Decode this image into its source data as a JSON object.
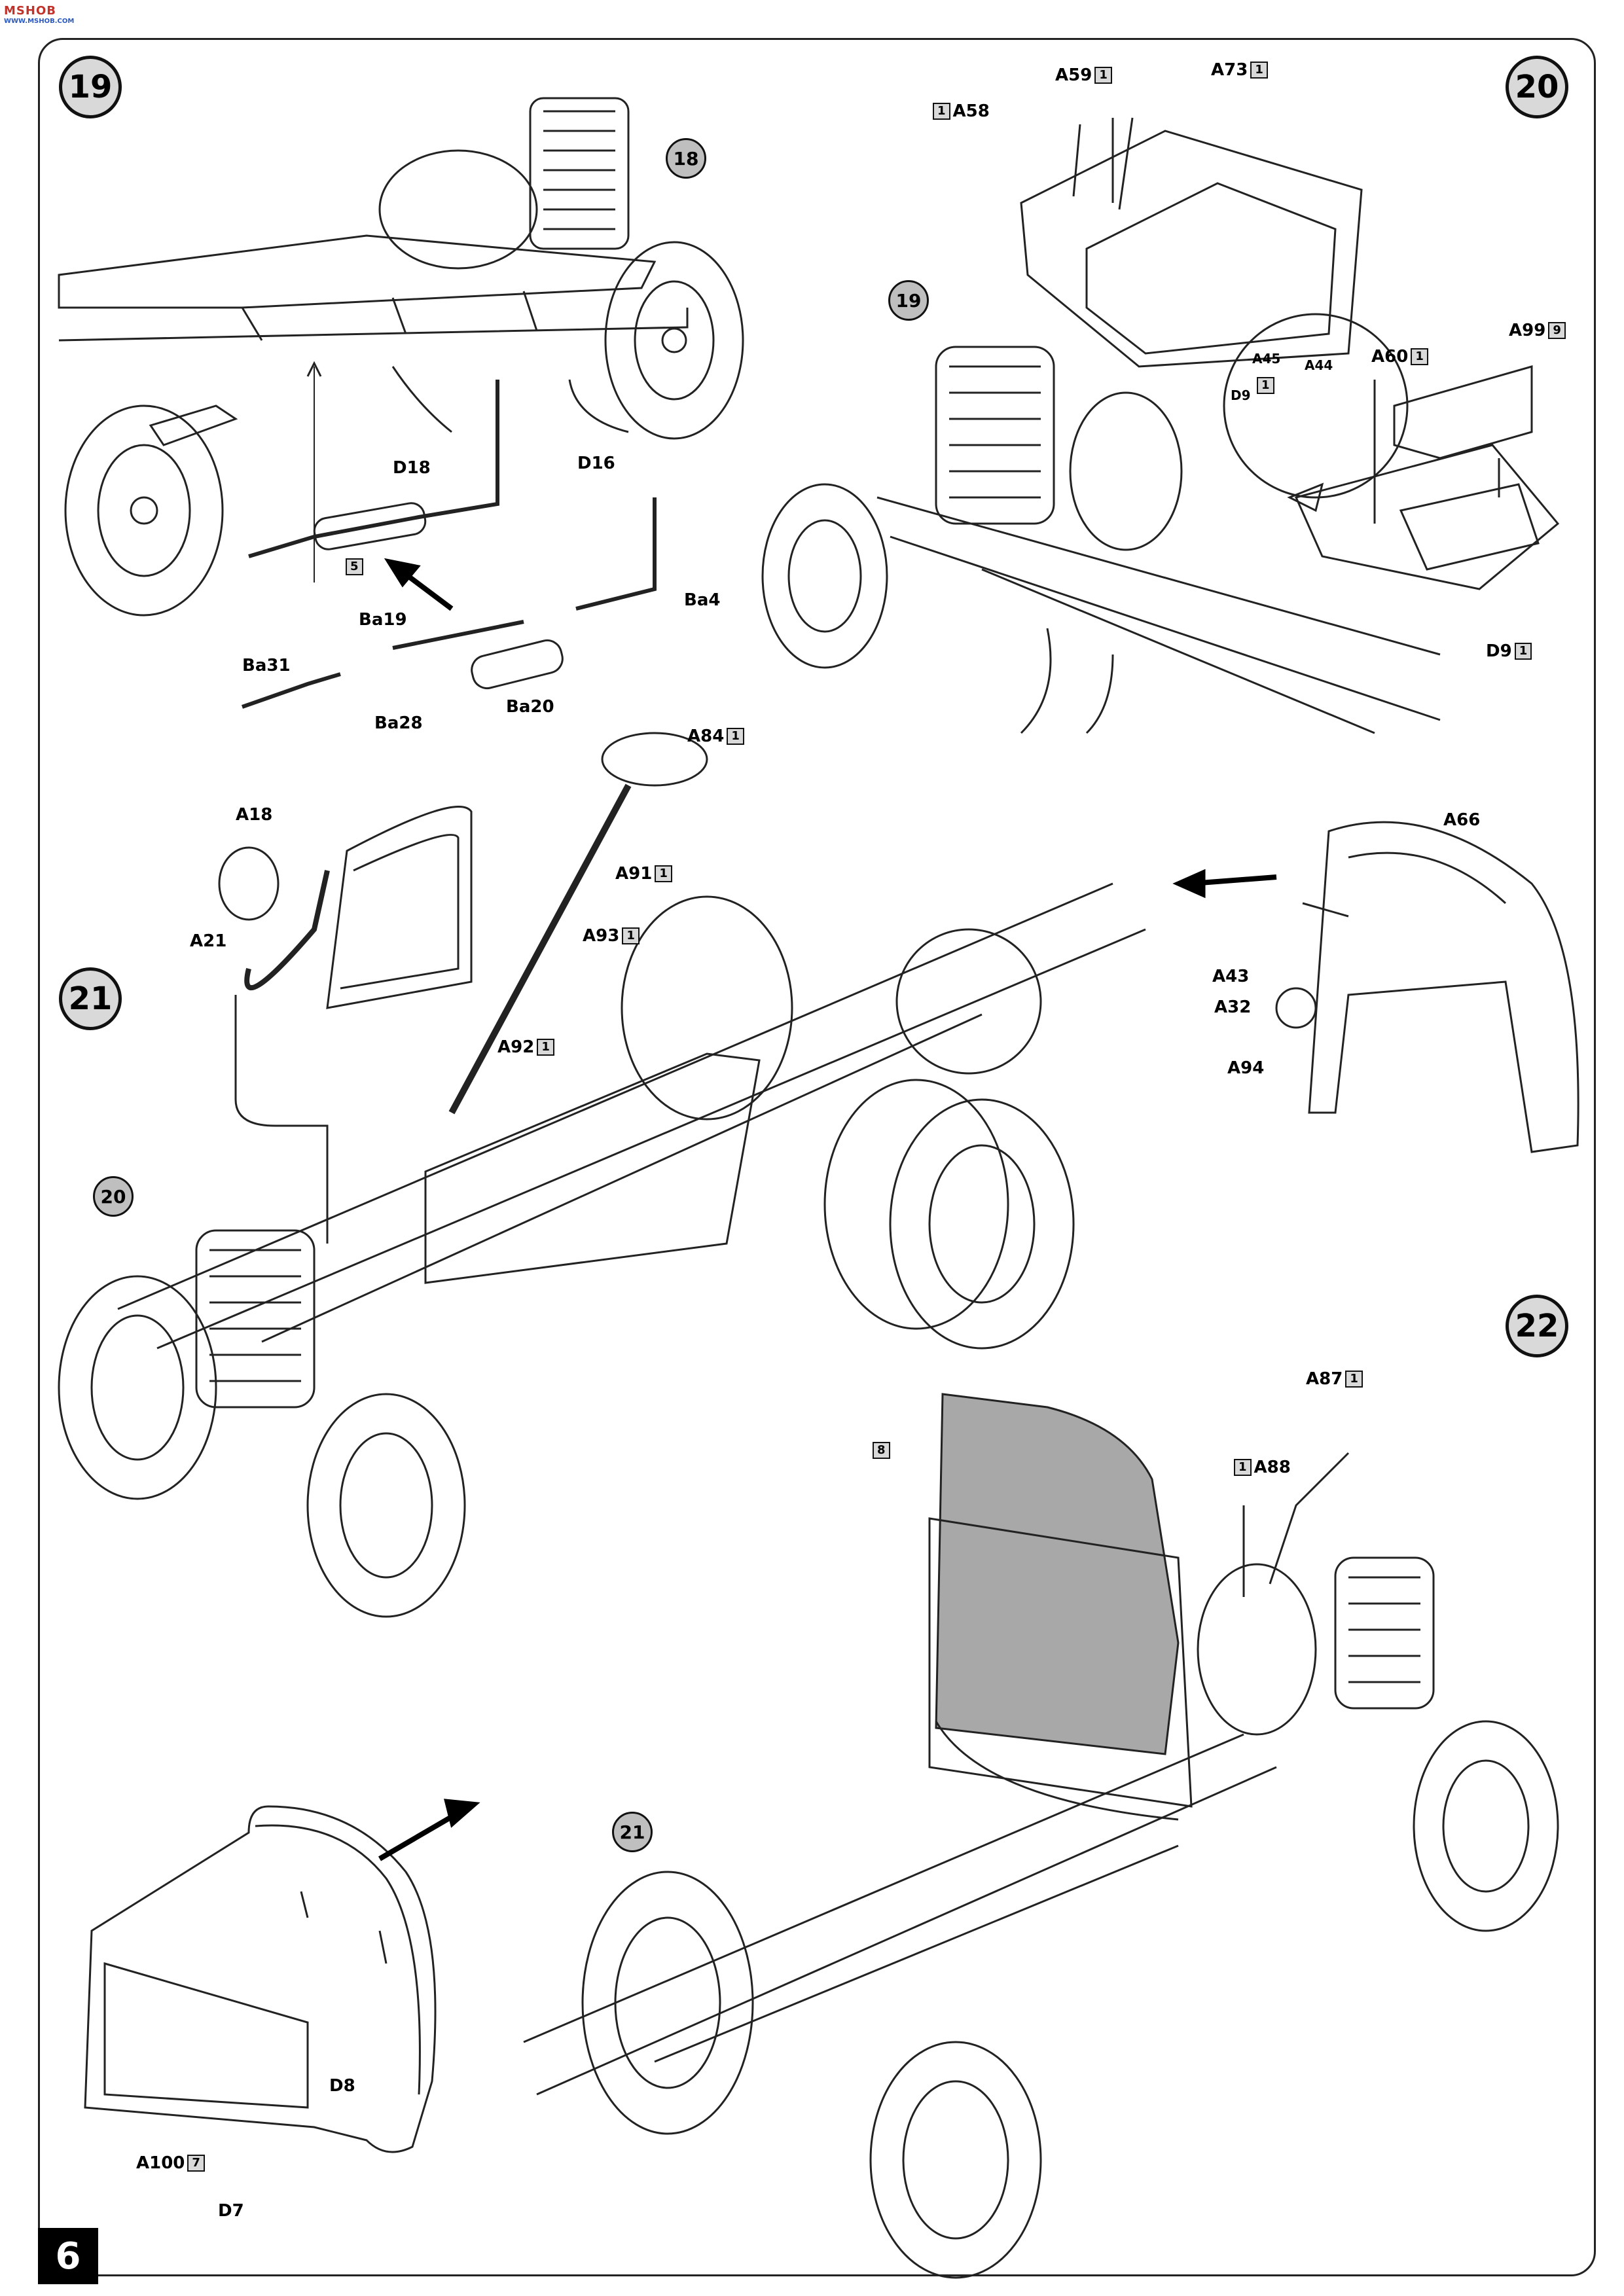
{
  "page": {
    "number": "6",
    "logo": "MSHOB",
    "logo_sub": "WWW.MSHOB.COM"
  },
  "steps": [
    {
      "id": "19",
      "number": "19"
    },
    {
      "id": "20",
      "number": "20"
    },
    {
      "id": "21",
      "number": "21"
    },
    {
      "id": "22",
      "number": "22"
    }
  ],
  "refs": {
    "r18": "18",
    "r19": "19",
    "r20": "20",
    "r21": "21"
  },
  "parts": {
    "d18": "D18",
    "d16": "D16",
    "sprue5": "5",
    "ba4": "Ba4",
    "ba19": "Ba19",
    "ba31": "Ba31",
    "ba28": "Ba28",
    "ba20": "Ba20",
    "a58": "A58",
    "a58_qty": "1",
    "a59": "A59",
    "a59_qty": "1",
    "a73": "A73",
    "a73_qty": "1",
    "a45": "A45",
    "a44": "A44",
    "d9s": "D9",
    "d9s_qty": "1",
    "a60": "A60",
    "a60_qty": "1",
    "a99": "A99",
    "a99_qty": "9",
    "d9": "D9",
    "d9_qty": "1",
    "a18": "A18",
    "a21": "A21",
    "a84": "A84",
    "a84_qty": "1",
    "a91": "A91",
    "a91_qty": "1",
    "a93": "A93",
    "a93_qty": "1",
    "a92": "A92",
    "a92_qty": "1",
    "a66": "A66",
    "a43": "A43",
    "a32": "A32",
    "a94": "A94",
    "a87": "A87",
    "a87_qty": "1",
    "a88": "A88",
    "a88_qty": "1",
    "sprue8": "8",
    "d8": "D8",
    "a100": "A100",
    "a100_qty": "7",
    "d7": "D7"
  }
}
